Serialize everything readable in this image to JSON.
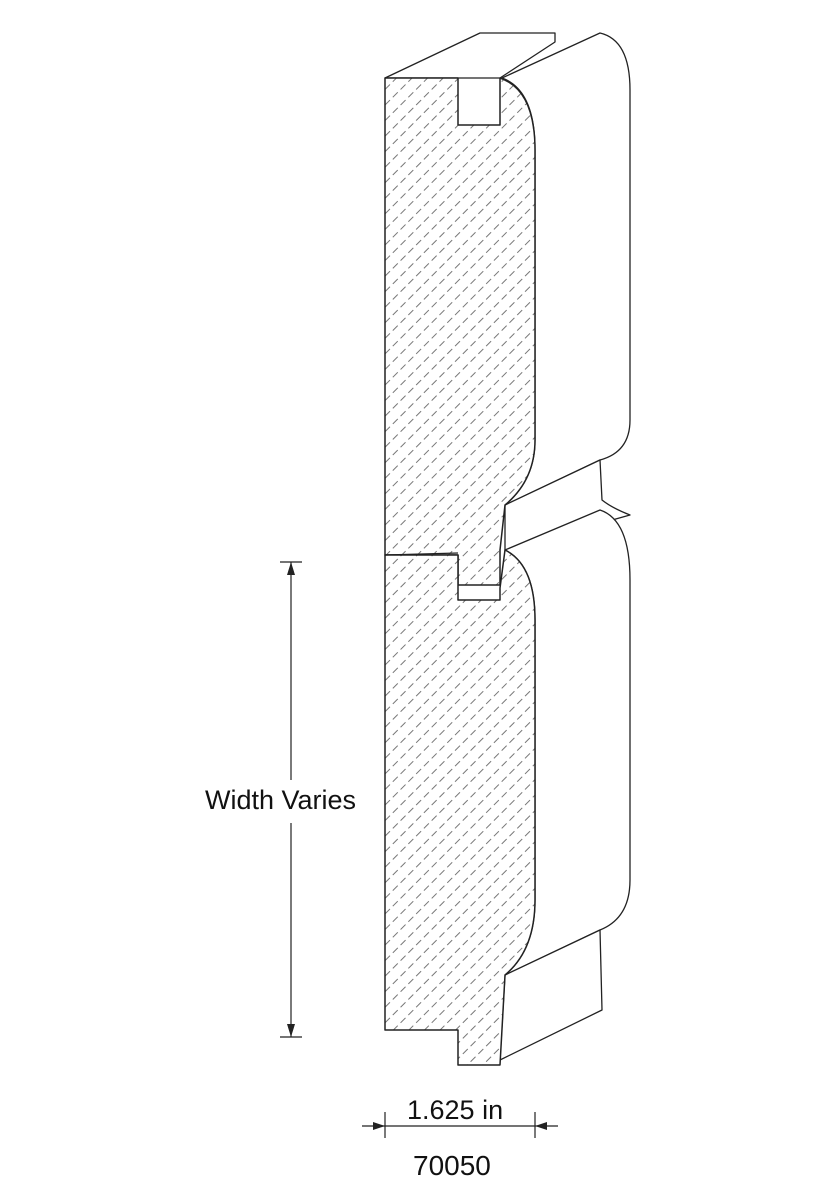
{
  "dimensions": {
    "width_label": "Width Varies",
    "thickness_label": "1.625 in"
  },
  "part_number": "70050"
}
